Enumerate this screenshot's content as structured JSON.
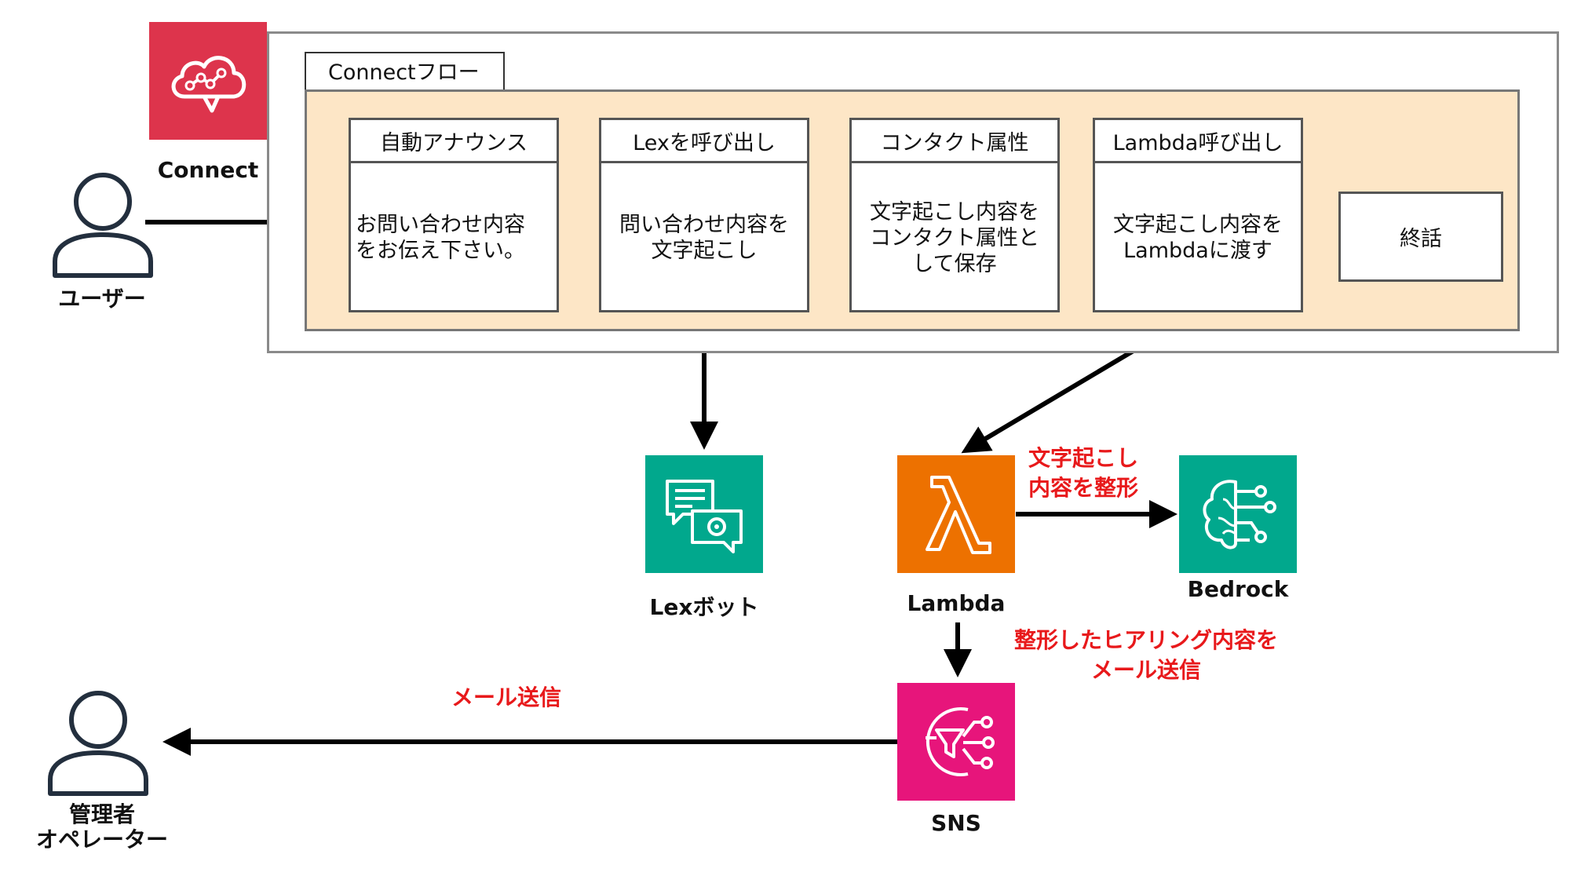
{
  "connect": {
    "label": "Connect",
    "color": "#dd344c"
  },
  "flow_title": "Connectフロー",
  "flow_blocks": [
    {
      "header": "自動アナウンス",
      "body": "お問い合わせ内容\nをお伝え下さい。"
    },
    {
      "header": "Lexを呼び出し",
      "body": "問い合わせ内容を\n文字起こし"
    },
    {
      "header": "コンタクト属性",
      "body": "文字起こし内容を\nコンタクト属性と\nして保存"
    },
    {
      "header": "Lambda呼び出し",
      "body": "文字起こし内容を\nLambdaに渡す"
    }
  ],
  "end_block": "終話",
  "user_label": "ユーザー",
  "admin_label": [
    "管理者",
    "オペレーター"
  ],
  "services": {
    "lex": {
      "label": "Lexボット",
      "color": "#01a88d",
      "icon": "chatbot-icon"
    },
    "lambda": {
      "label": "Lambda",
      "color": "#ed7100",
      "icon": "lambda-icon"
    },
    "bedrock": {
      "label": "Bedrock",
      "color": "#01a88d",
      "icon": "brain-icon"
    },
    "sns": {
      "label": "SNS",
      "color": "#e7157b",
      "icon": "notification-icon"
    }
  },
  "annotations": {
    "lambda_to_bedrock": [
      "文字起こし",
      "内容を整形"
    ],
    "lambda_to_sns": [
      "整形したヒアリング内容を",
      "メール送信"
    ],
    "sns_to_admin": "メール送信"
  },
  "accent_colors": {
    "annotation": "#e8191b",
    "flow_arrow": "#3a7fd5",
    "flow_bg": "#fde6c6"
  }
}
